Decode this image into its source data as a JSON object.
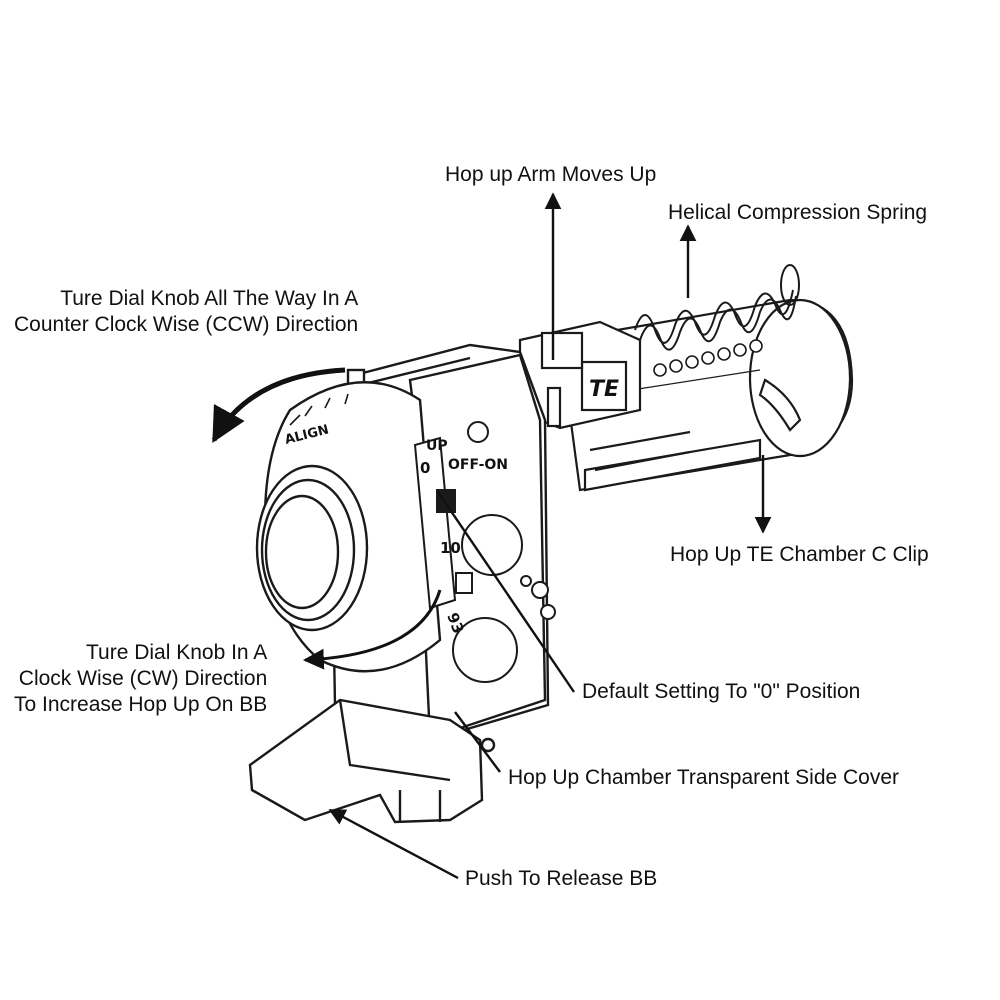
{
  "callouts": {
    "arm_up": "Hop up  Arm Moves Up",
    "spring": "Helical Compression Spring",
    "ccw_line1": "Ture Dial Knob All The Way In A",
    "ccw_line2": "Counter Clock Wise (CCW) Direction",
    "c_clip": "Hop Up TE Chamber C Clip",
    "cw_line1": "Ture Dial Knob In A",
    "cw_line2": "Clock Wise (CW) Direction",
    "cw_line3": "To Increase Hop Up On BB",
    "default_zero": "Default Setting To \"0\" Position",
    "side_cover": "Hop Up Chamber Transparent Side Cover",
    "push_release": "Push To Release BB"
  },
  "part_markings": {
    "align": "ALIGN",
    "te": "TE",
    "up": "UP",
    "off_on": "OFF-ON",
    "dial_0": "0",
    "dial_10": "10",
    "dial_93": "93"
  },
  "colors": {
    "ink": "#111111",
    "line": "#1a1a1a",
    "fill": "#ffffff"
  }
}
